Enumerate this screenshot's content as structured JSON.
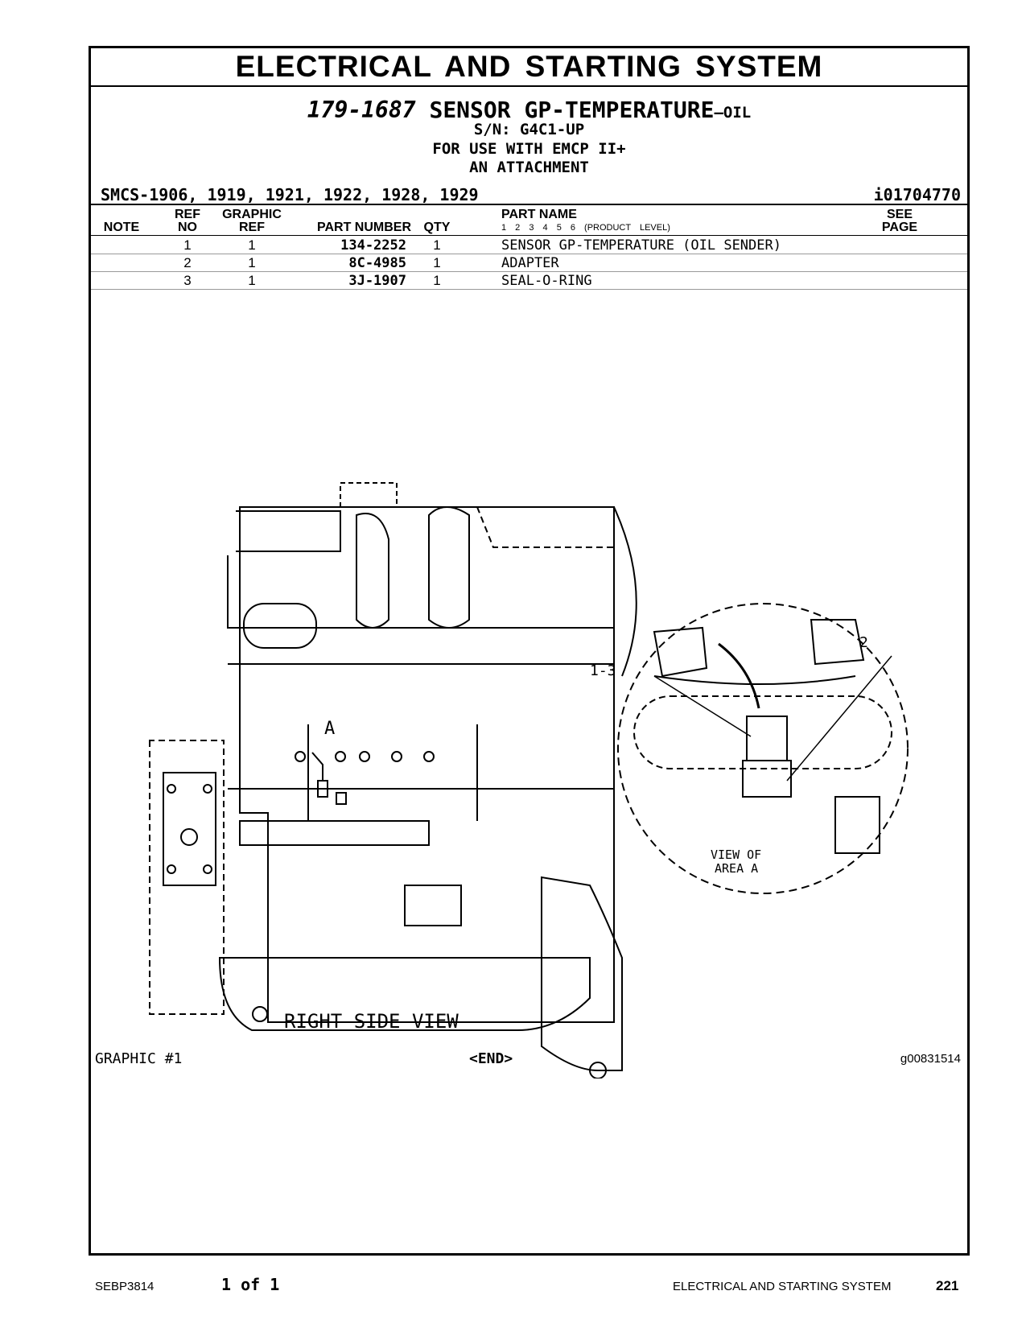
{
  "header": {
    "title": "ELECTRICAL AND STARTING SYSTEM"
  },
  "group": {
    "number": "179-1687",
    "name": "SENSOR GP-TEMPERATURE",
    "suffix": "–OIL",
    "serial": "S/N: G4C1-UP",
    "use": "FOR USE WITH EMCP II+",
    "attachment": "AN ATTACHMENT",
    "smcs": "SMCS-1906, 1919, 1921, 1922, 1928, 1929",
    "ident": "i01704770"
  },
  "columns": {
    "note": "NOTE",
    "ref_top": "REF",
    "ref_bottom": "NO",
    "graphic_top": "GRAPHIC",
    "graphic_bottom": "REF",
    "part_number": "PART NUMBER",
    "qty": "QTY",
    "part_name": "PART NAME",
    "levels": "1  2  3  4  5  6  (PRODUCT LEVEL)",
    "see_top": "SEE",
    "see_bottom": "PAGE"
  },
  "rows": [
    {
      "ref": "1",
      "graphic": "1",
      "part_number": "134-2252",
      "qty": "1",
      "name": "SENSOR GP-TEMPERATURE (OIL SENDER)"
    },
    {
      "ref": "2",
      "graphic": "1",
      "part_number": "8C-4985",
      "qty": "1",
      "name": "ADAPTER"
    },
    {
      "ref": "3",
      "graphic": "1",
      "part_number": "3J-1907",
      "qty": "1",
      "name": "SEAL-O-RING"
    }
  ],
  "graphic": {
    "callout_a": "A",
    "callout_13": "1-3",
    "callout_2": "2",
    "detail_label_1": "VIEW OF",
    "detail_label_2": "AREA A",
    "view_label": "RIGHT SIDE VIEW",
    "graphic_no": "GRAPHIC #1",
    "end": "<END>",
    "graphic_id": "g00831514"
  },
  "footer": {
    "doc": "SEBP3814",
    "page_of": "1 of 1",
    "section": "ELECTRICAL AND STARTING SYSTEM",
    "page": "221"
  }
}
